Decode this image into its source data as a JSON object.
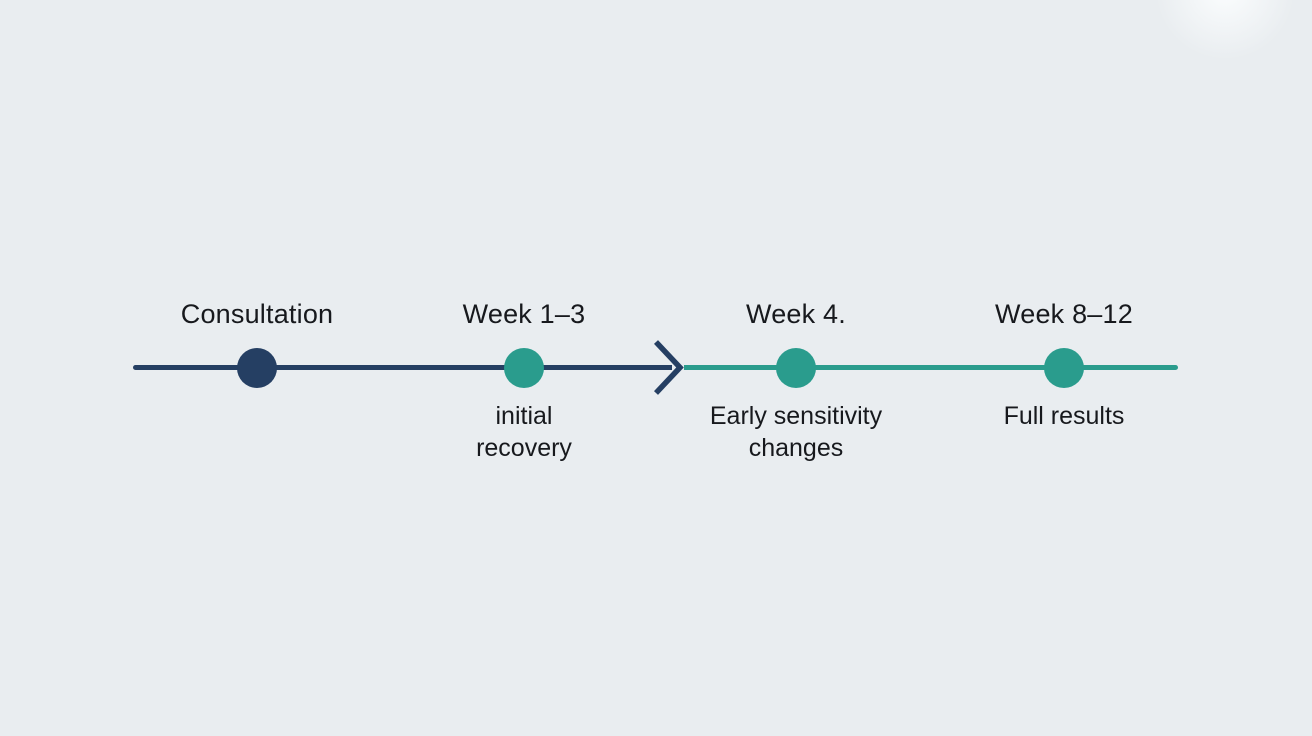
{
  "background_color": "#e9edf0",
  "colors": {
    "navy": "#253f63",
    "teal": "#2a9c8d",
    "text": "#17191d"
  },
  "timeline": {
    "direction": "left-to-right",
    "arrow_icon": "chevron-right",
    "milestones": [
      {
        "label": "Consultation",
        "description": "",
        "dot_color": "#253f63",
        "segment_color": "#253f63"
      },
      {
        "label": "Week 1–3",
        "description": "initial\nrecovery",
        "dot_color": "#2a9c8d",
        "segment_color": "#253f63"
      },
      {
        "label": "Week 4.",
        "description": "Early sensitivity\nchanges",
        "dot_color": "#2a9c8d",
        "segment_color": "#2a9c8d"
      },
      {
        "label": "Week 8–12",
        "description": "Full results",
        "dot_color": "#2a9c8d",
        "segment_color": "#2a9c8d"
      }
    ]
  }
}
